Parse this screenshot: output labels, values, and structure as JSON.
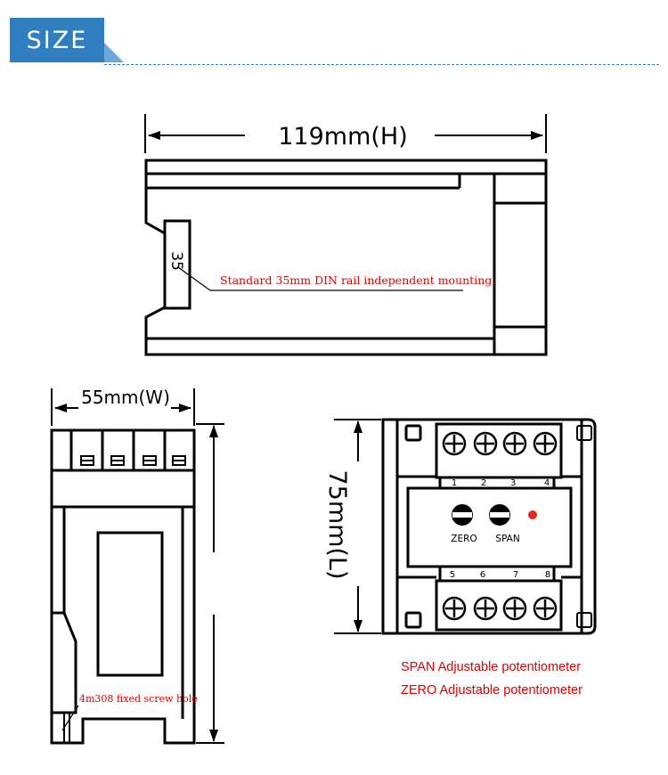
{
  "header": {
    "title": "SIZE"
  },
  "dimensions": {
    "height_label": "119mm(H)",
    "width_label": "55mm(W)",
    "length_label": "75mm(L)",
    "rail_label": "35"
  },
  "notes": {
    "din_rail": "Standard 35mm DIN rail independent mounting.",
    "screw_hole": "4m308 fixed screw hole",
    "span": "SPAN Adjustable potentiometer",
    "zero": "ZERO Adjustable potentiometer"
  },
  "front_panel": {
    "top_terminals": [
      "1",
      "2",
      "3",
      "4"
    ],
    "bottom_terminals": [
      "5",
      "6",
      "7",
      "8"
    ],
    "zero_label": "ZERO",
    "span_label": "SPAN",
    "led_color": "#e8241c"
  },
  "colors": {
    "accent": "#2f7fc0",
    "note": "#e00000"
  }
}
